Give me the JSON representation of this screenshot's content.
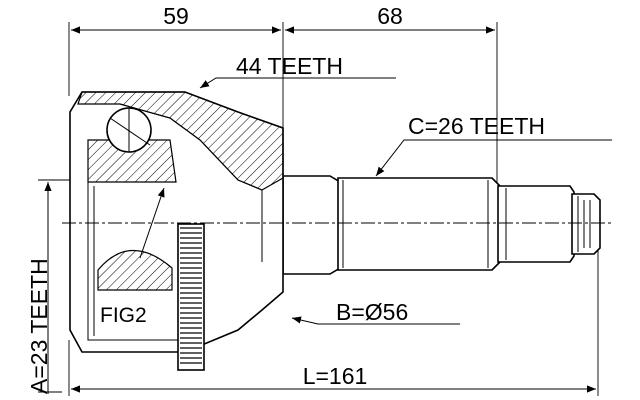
{
  "dimensions": {
    "top_left": "59",
    "top_right": "68",
    "length": "L=161"
  },
  "callouts": {
    "outer_teeth": "44 TEETH",
    "shaft_spline": "C=26 TEETH",
    "seal_diameter": "B=Ø56",
    "inner_spline": "A=23 TEETH",
    "detail_ref": "FIG2"
  }
}
